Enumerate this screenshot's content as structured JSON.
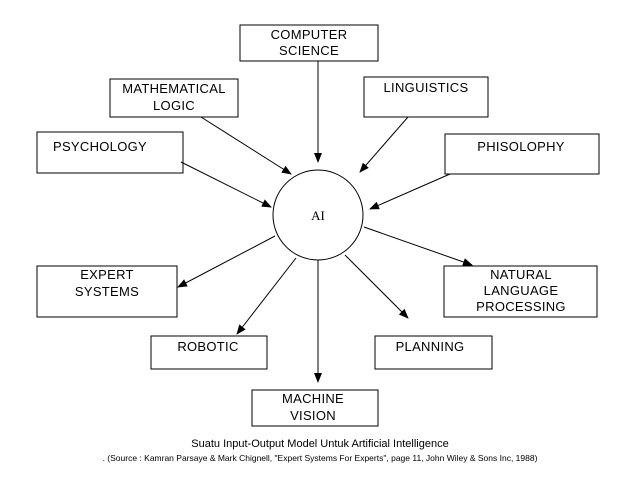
{
  "diagram": {
    "center": "AI",
    "inputs": {
      "computer_science": [
        "COMPUTER",
        "SCIENCE"
      ],
      "mathematical_logic": [
        "MATHEMATICAL",
        "LOGIC"
      ],
      "linguistics": [
        "LINGUISTICS"
      ],
      "psychology": [
        "PSYCHOLOGY"
      ],
      "philosophy": [
        "PHISOLOPHY"
      ]
    },
    "outputs": {
      "expert_systems": [
        "EXPERT",
        "SYSTEMS"
      ],
      "natural_language_processing": [
        "NATURAL",
        "LANGUAGE",
        "PROCESSING"
      ],
      "robotic": [
        "ROBOTIC"
      ],
      "planning": [
        "PLANNING"
      ],
      "machine_vision": [
        "MACHINE",
        "VISION"
      ]
    }
  },
  "caption": {
    "title": "Suatu Input-Output Model Untuk Artificial Intelligence",
    "source": ". (Source : Kamran Parsaye & Mark Chignell, \"Expert Systems For Experts\", page 11, John Wiley & Sons Inc, 1988)"
  }
}
